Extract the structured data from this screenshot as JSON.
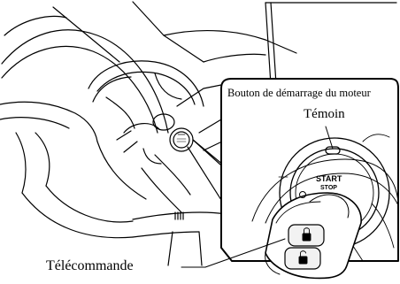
{
  "labels": {
    "start_button": "Bouton de démarrage du moteur",
    "indicator": "Témoin",
    "remote": "Télécommande"
  },
  "button_text": {
    "start": "START",
    "stop": "STOP"
  },
  "colors": {
    "line": "#000000",
    "background": "#ffffff",
    "fill_light": "#f2f2f2"
  }
}
